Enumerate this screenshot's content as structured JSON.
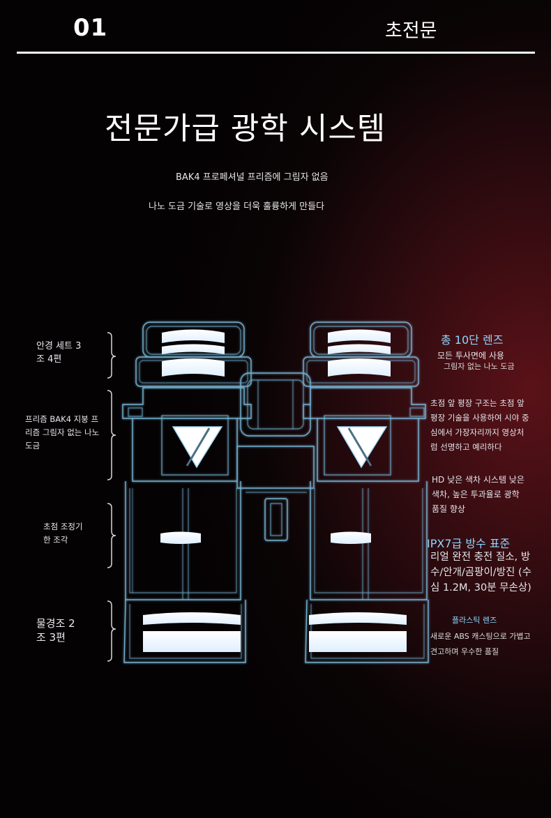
{
  "header": {
    "number": "01",
    "tag": "초전문"
  },
  "title": "전문가급 광학 시스템",
  "subtitle_1": "BAK4 프로페셔널 프리즘에 그림자 없음",
  "subtitle_2": "나노 도금 기술로 영상을 더욱 훌륭하게 만들다",
  "left_labels": {
    "eyepiece_1": "안경 세트 3",
    "eyepiece_2": "조 4편",
    "prism_1": "프리즘 BAK4 지붕 프",
    "prism_2": "리즘 그림자 없는 나노",
    "prism_3": "도금",
    "focus_1": "초점 조정기",
    "focus_2": "한 조각",
    "objective_1": "물경조 2",
    "objective_2": "조 3편"
  },
  "right_labels": {
    "lens_head": "총 10단 렌즈",
    "lens_body_1": "모든 투사면에 사용",
    "lens_body_2": "그림자 없는 나노 도금",
    "field_1": "초점 앞 평장 구조는 초점 앞",
    "field_2": "평장 기술을 사용하여 시야 중",
    "field_3": "심에서 가장자리까지 영상처",
    "field_4": "럼 선명하고 예리하다",
    "hd_1": "HD 낮은 색차 시스템 낮은",
    "hd_2": "색차, 높은 투과율로 광학",
    "hd_3": "품질 향상",
    "ipx_head": "IPX7급 방수 표준",
    "ipx_1": "리얼 완전 충전 질소, 방",
    "ipx_2": "수/안개/곰팡이/방진 (수",
    "ipx_3": "심 1.2M, 30분 무손상)",
    "plastic_head": "플라스틱 렌즈",
    "plastic_1": "새로운 ABS 캐스팅으로 가볍고",
    "plastic_2": "견고하며 우수한 품질"
  },
  "colors": {
    "accent_blue": "#8fd6ff",
    "wire": "#7fc4e6",
    "background_red": "#5a1218"
  }
}
